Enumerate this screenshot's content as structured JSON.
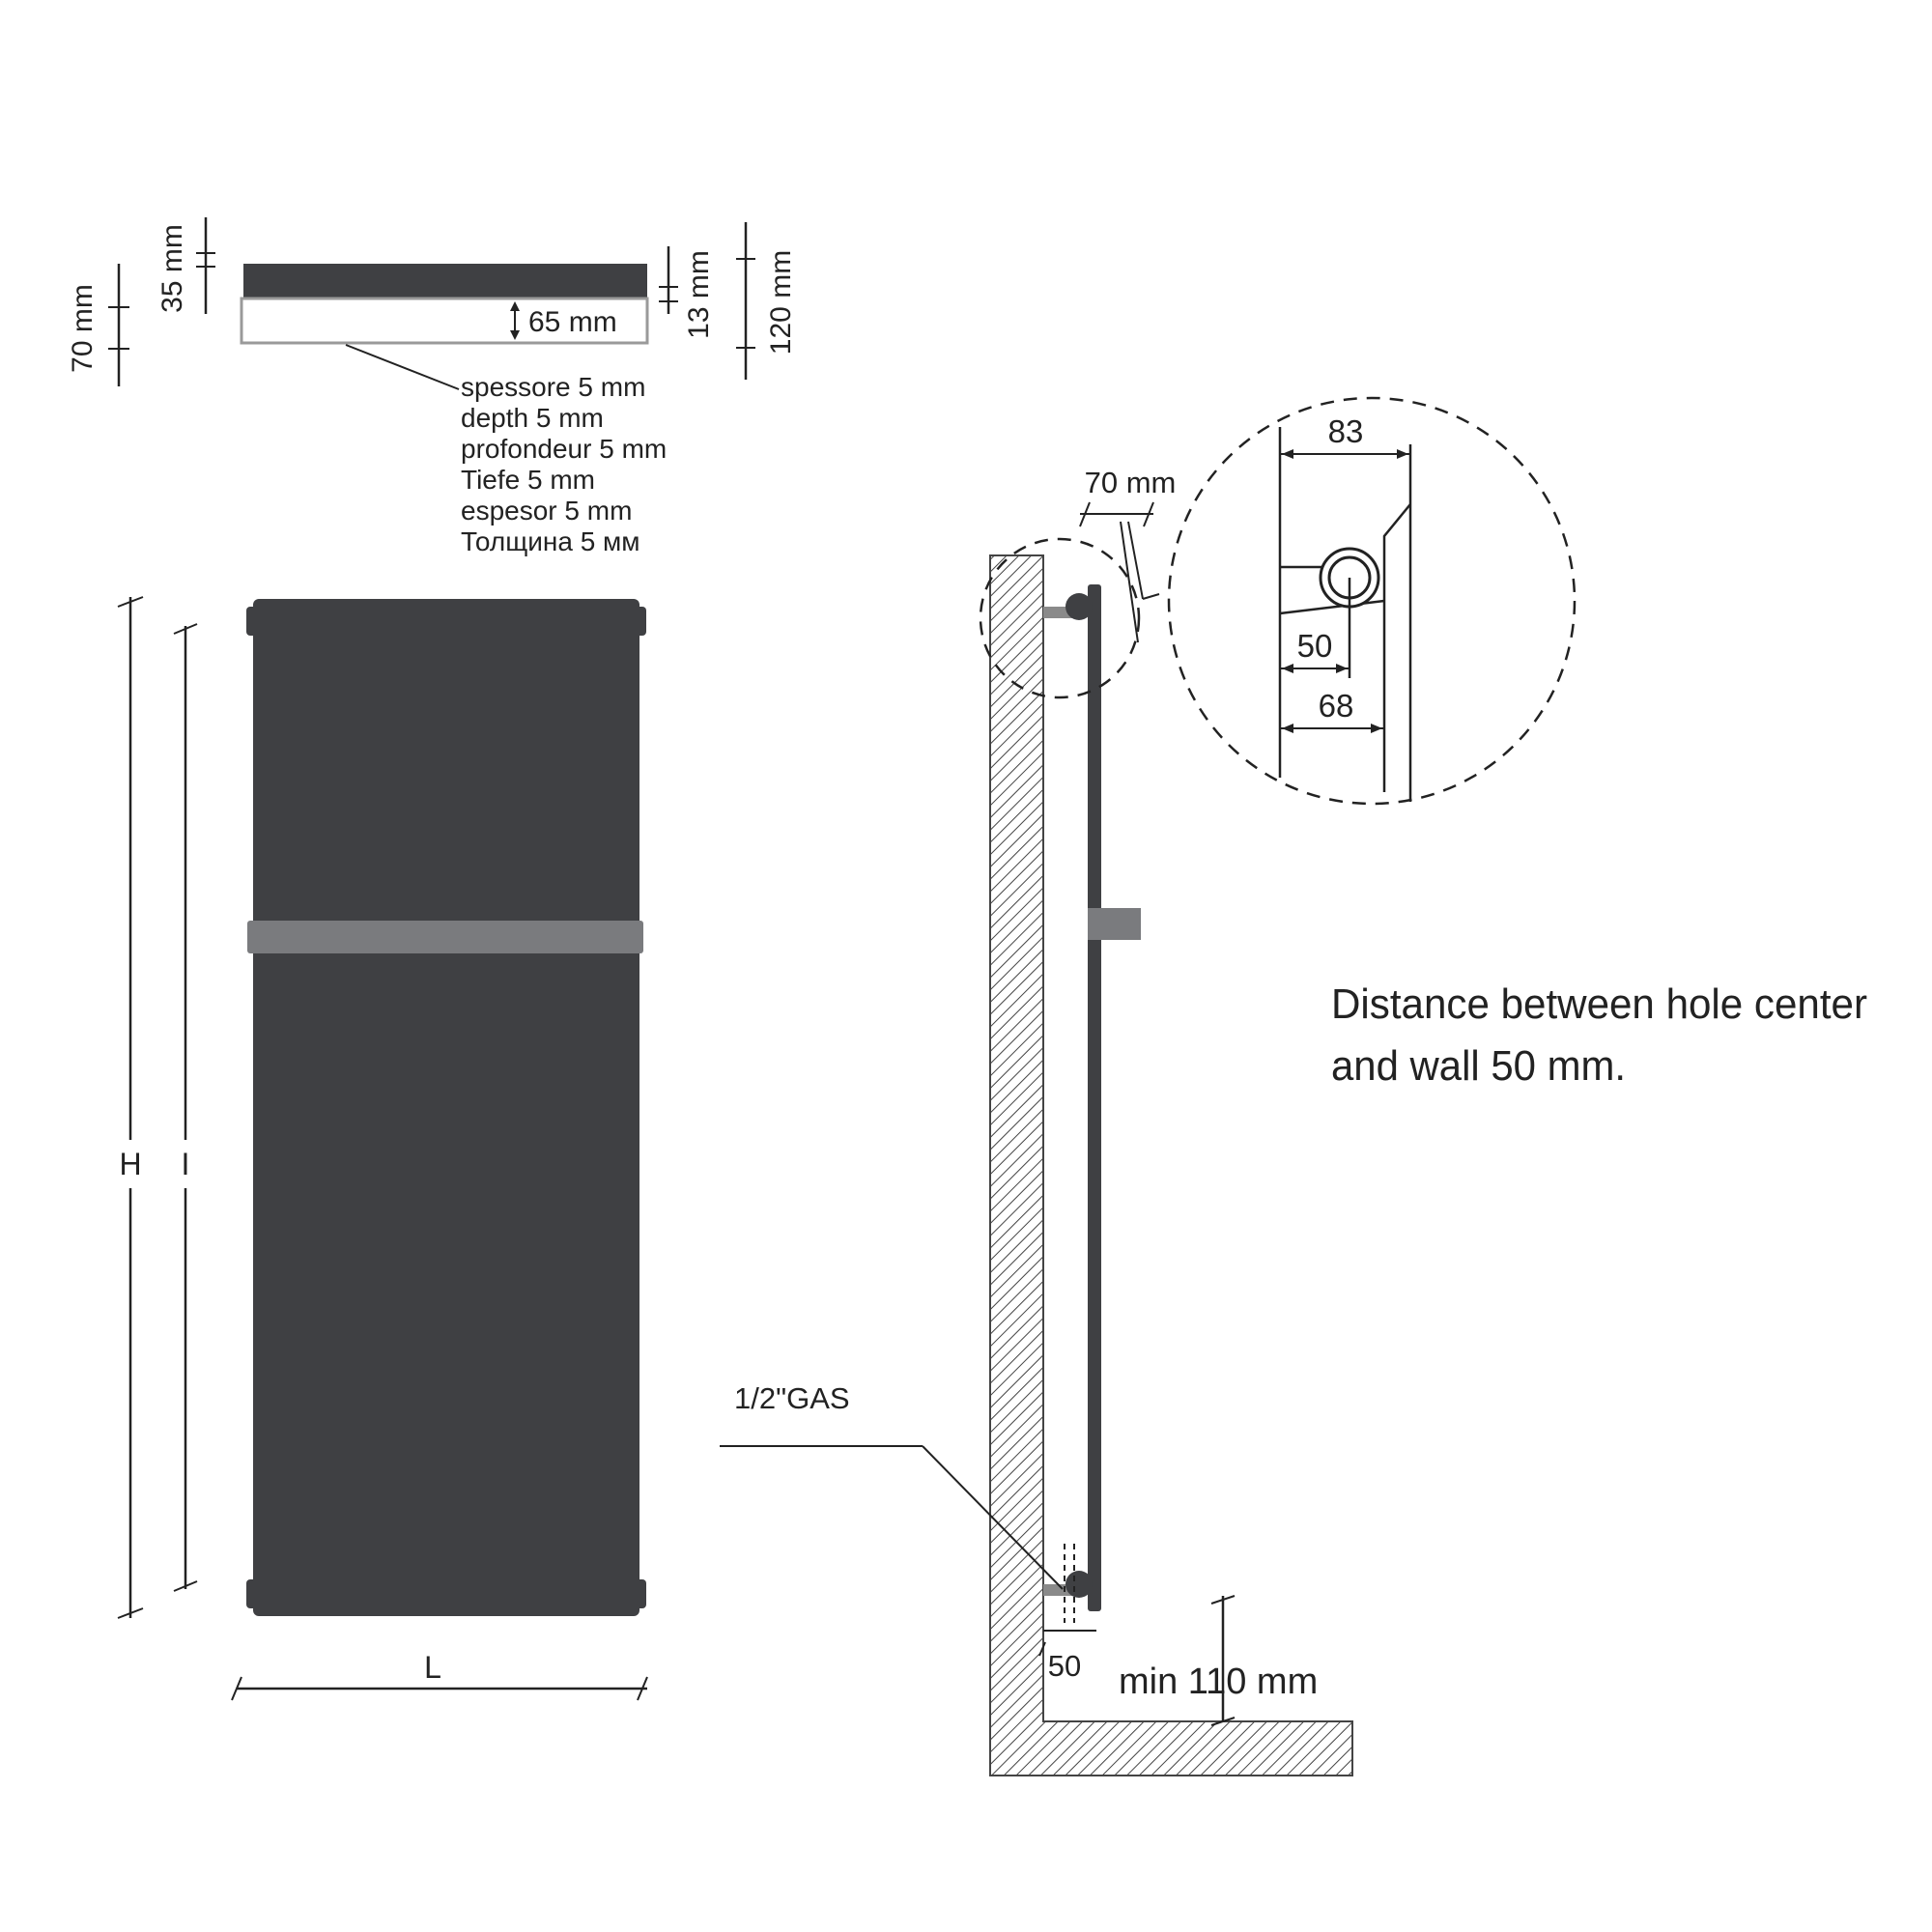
{
  "top_view": {
    "dim_70": "70 mm",
    "dim_35": "35 mm",
    "dim_65": "65 mm",
    "dim_13": "13 mm",
    "dim_120": "120 mm",
    "thickness_notes": [
      "spessore 5 mm",
      "depth 5 mm",
      "profondeur 5 mm",
      "Tiefe 5 mm",
      "espesor 5 mm",
      "Толщина 5 мм"
    ]
  },
  "front_view": {
    "label_H": "H",
    "label_I": "I",
    "label_L": "L"
  },
  "side_view": {
    "dim_70": "70 mm",
    "detail_83": "83",
    "detail_50": "50",
    "detail_68": "68",
    "pipe_label": "1/2\"GAS",
    "dim_bottom_50": "50",
    "floor_clearance": "min 110 mm"
  },
  "note": {
    "line1": "Distance between hole center",
    "line2": "and wall 50 mm."
  },
  "colors": {
    "panel": "#3f4043",
    "towel_bar": "#7a7b7e",
    "line": "#222222"
  }
}
